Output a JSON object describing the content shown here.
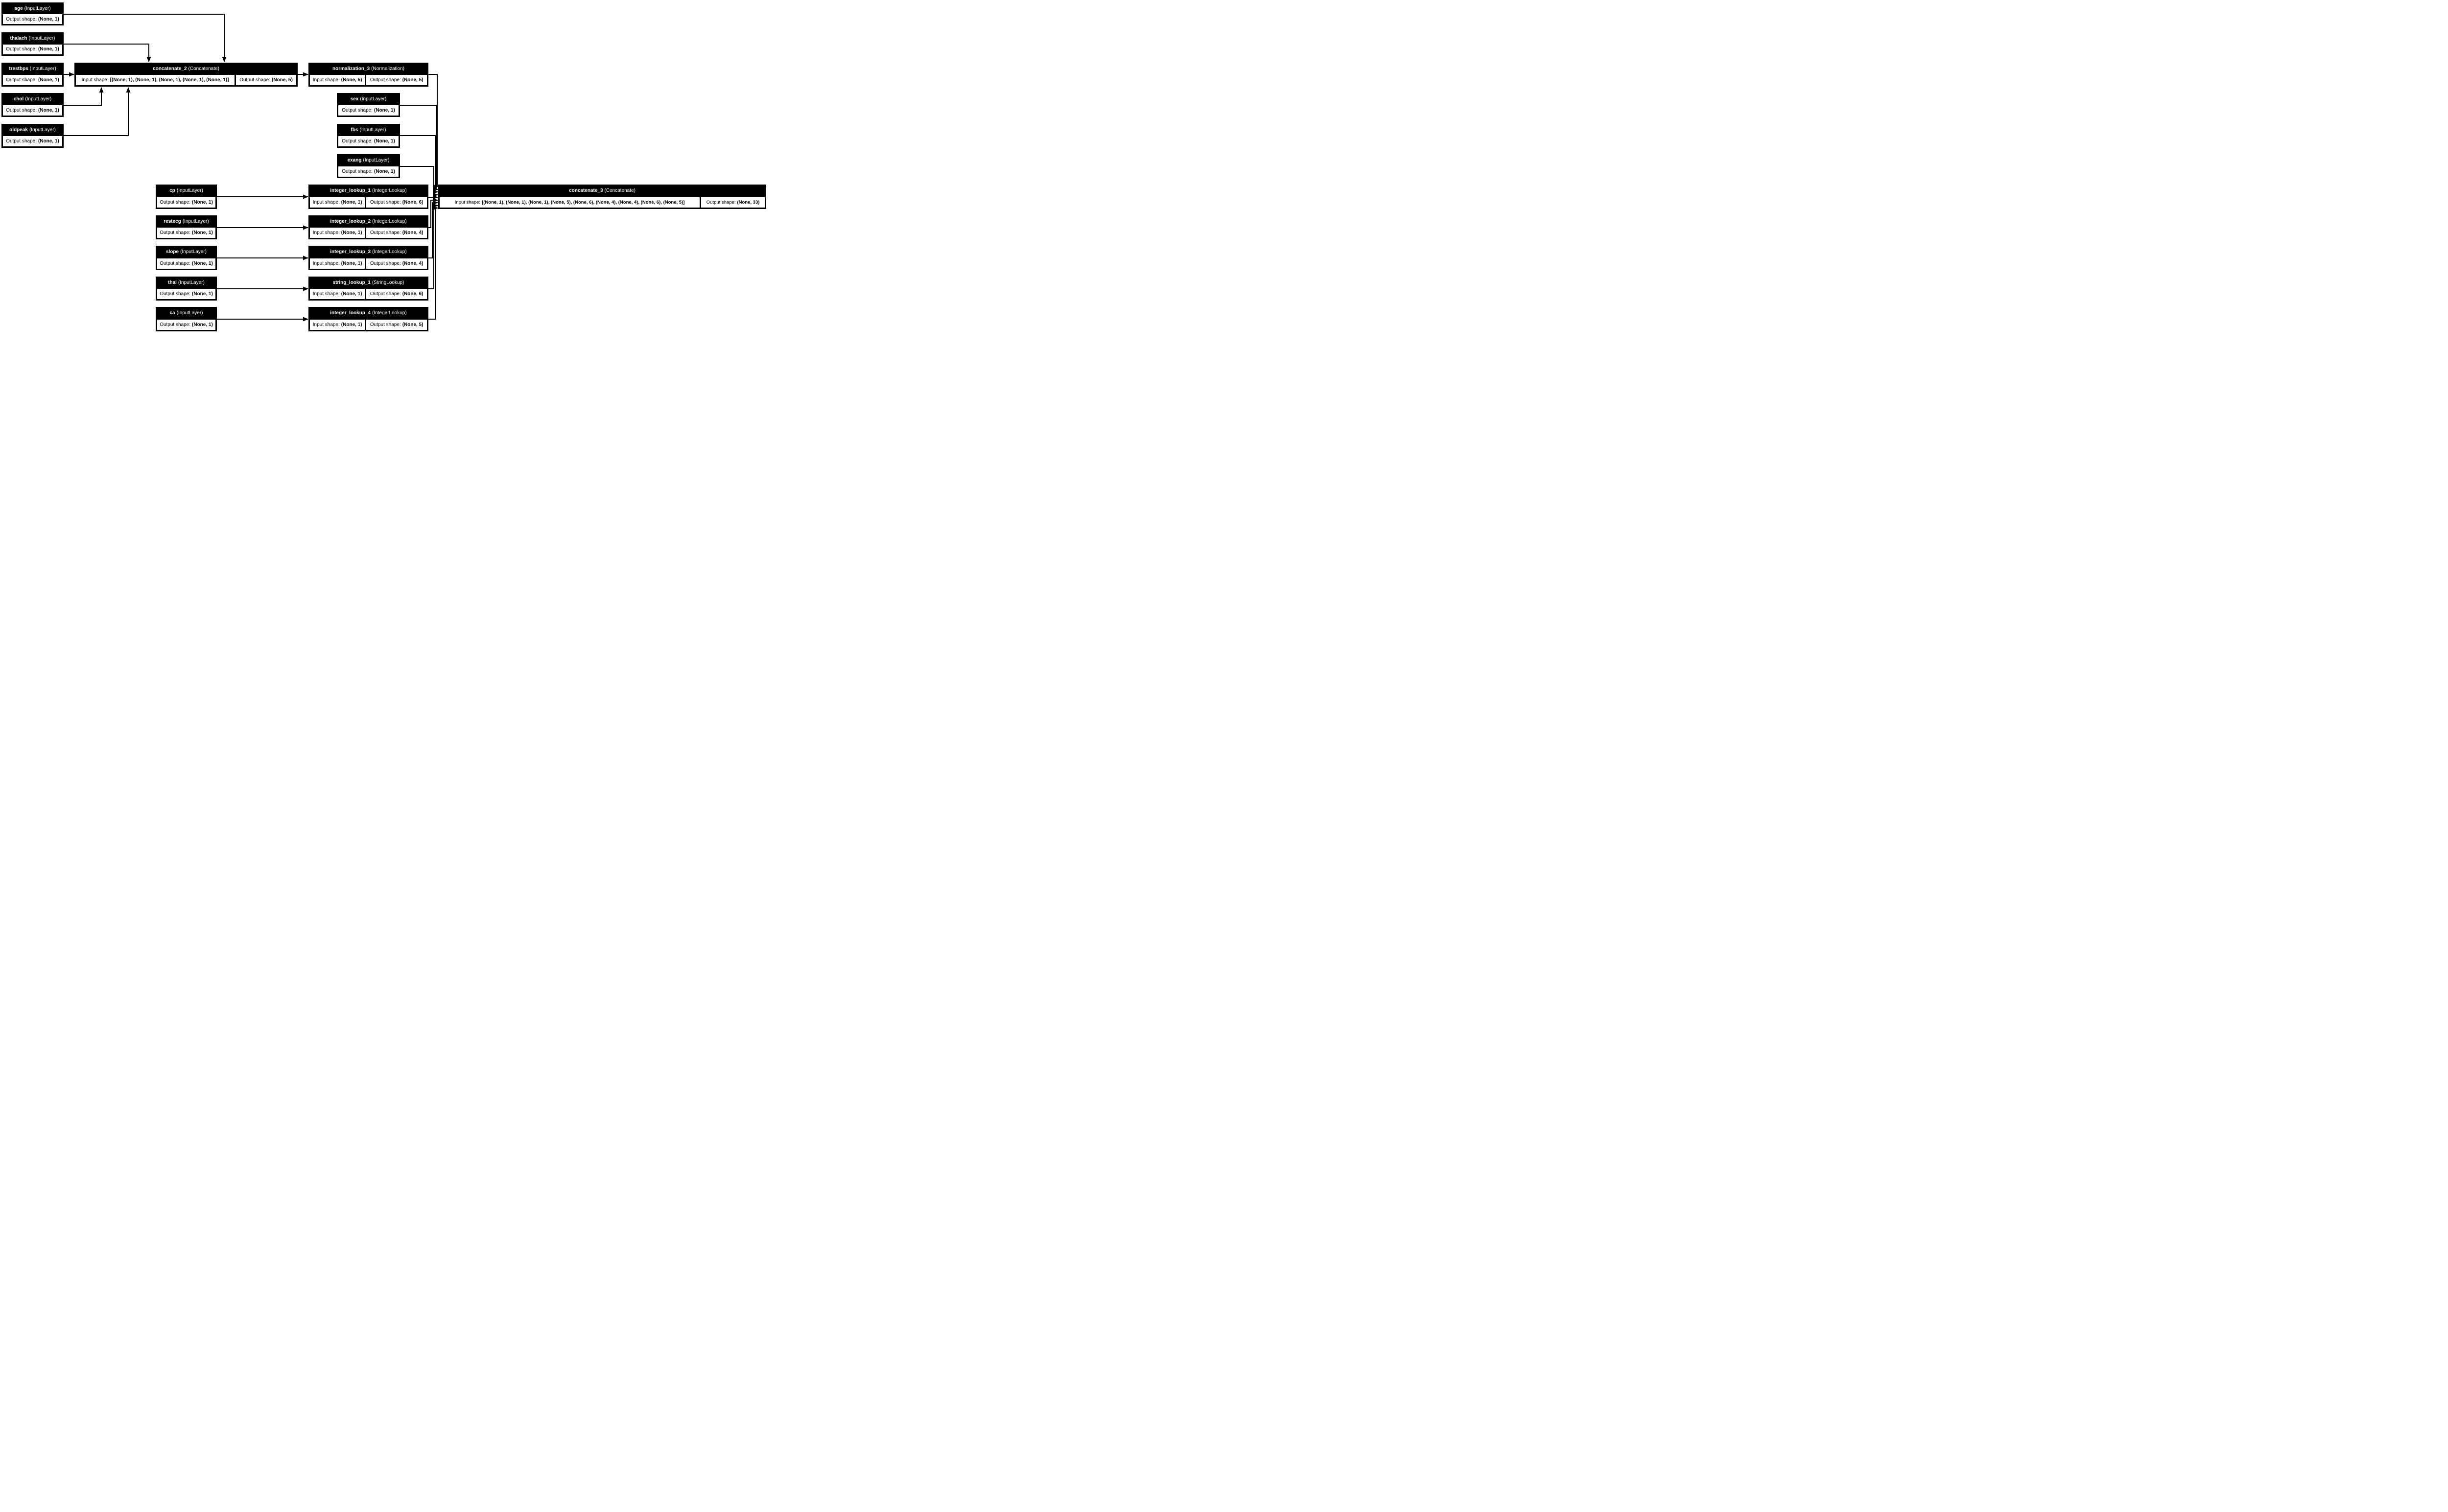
{
  "diagram": {
    "kind": "keras-model-architecture-graph",
    "colors": {
      "node_background": "#000000",
      "node_header_text": "#ffffff",
      "cell_background": "#ffffff",
      "cell_text": "#000000",
      "edge": "#000000",
      "canvas": "#ffffff"
    }
  },
  "nodes": {
    "age": {
      "name": "age",
      "type": "(InputLayer)",
      "cells": [
        {
          "label": "Output shape:",
          "value": "(None, 1)"
        }
      ]
    },
    "thalach": {
      "name": "thalach",
      "type": "(InputLayer)",
      "cells": [
        {
          "label": "Output shape:",
          "value": "(None, 1)"
        }
      ]
    },
    "trestbps": {
      "name": "trestbps",
      "type": "(InputLayer)",
      "cells": [
        {
          "label": "Output shape:",
          "value": "(None, 1)"
        }
      ]
    },
    "chol": {
      "name": "chol",
      "type": "(InputLayer)",
      "cells": [
        {
          "label": "Output shape:",
          "value": "(None, 1)"
        }
      ]
    },
    "oldpeak": {
      "name": "oldpeak",
      "type": "(InputLayer)",
      "cells": [
        {
          "label": "Output shape:",
          "value": "(None, 1)"
        }
      ]
    },
    "concatenate_2": {
      "name": "concatenate_2",
      "type": "(Concatenate)",
      "cells": [
        {
          "label": "Input shape:",
          "value": "[(None, 1), (None, 1), (None, 1), (None, 1), (None, 1)]"
        },
        {
          "label": "Output shape:",
          "value": "(None, 5)"
        }
      ]
    },
    "normalization_3": {
      "name": "normalization_3",
      "type": "(Normalization)",
      "cells": [
        {
          "label": "Input shape:",
          "value": "(None, 5)"
        },
        {
          "label": "Output shape:",
          "value": "(None, 5)"
        }
      ]
    },
    "sex": {
      "name": "sex",
      "type": "(InputLayer)",
      "cells": [
        {
          "label": "Output shape:",
          "value": "(None, 1)"
        }
      ]
    },
    "fbs": {
      "name": "fbs",
      "type": "(InputLayer)",
      "cells": [
        {
          "label": "Output shape:",
          "value": "(None, 1)"
        }
      ]
    },
    "exang": {
      "name": "exang",
      "type": "(InputLayer)",
      "cells": [
        {
          "label": "Output shape:",
          "value": "(None, 1)"
        }
      ]
    },
    "cp": {
      "name": "cp",
      "type": "(InputLayer)",
      "cells": [
        {
          "label": "Output shape:",
          "value": "(None, 1)"
        }
      ]
    },
    "restecg": {
      "name": "restecg",
      "type": "(InputLayer)",
      "cells": [
        {
          "label": "Output shape:",
          "value": "(None, 1)"
        }
      ]
    },
    "slope": {
      "name": "slope",
      "type": "(InputLayer)",
      "cells": [
        {
          "label": "Output shape:",
          "value": "(None, 1)"
        }
      ]
    },
    "thal": {
      "name": "thal",
      "type": "(InputLayer)",
      "cells": [
        {
          "label": "Output shape:",
          "value": "(None, 1)"
        }
      ]
    },
    "ca": {
      "name": "ca",
      "type": "(InputLayer)",
      "cells": [
        {
          "label": "Output shape:",
          "value": "(None, 1)"
        }
      ]
    },
    "integer_lookup_1": {
      "name": "integer_lookup_1",
      "type": "(IntegerLookup)",
      "cells": [
        {
          "label": "Input shape:",
          "value": "(None, 1)"
        },
        {
          "label": "Output shape:",
          "value": "(None, 6)"
        }
      ]
    },
    "integer_lookup_2": {
      "name": "integer_lookup_2",
      "type": "(IntegerLookup)",
      "cells": [
        {
          "label": "Input shape:",
          "value": "(None, 1)"
        },
        {
          "label": "Output shape:",
          "value": "(None, 4)"
        }
      ]
    },
    "integer_lookup_3": {
      "name": "integer_lookup_3",
      "type": "(IntegerLookup)",
      "cells": [
        {
          "label": "Input shape:",
          "value": "(None, 1)"
        },
        {
          "label": "Output shape:",
          "value": "(None, 4)"
        }
      ]
    },
    "string_lookup_1": {
      "name": "string_lookup_1",
      "type": "(StringLookup)",
      "cells": [
        {
          "label": "Input shape:",
          "value": "(None, 1)"
        },
        {
          "label": "Output shape:",
          "value": "(None, 6)"
        }
      ]
    },
    "integer_lookup_4": {
      "name": "integer_lookup_4",
      "type": "(IntegerLookup)",
      "cells": [
        {
          "label": "Input shape:",
          "value": "(None, 1)"
        },
        {
          "label": "Output shape:",
          "value": "(None, 5)"
        }
      ]
    },
    "concatenate_3": {
      "name": "concatenate_3",
      "type": "(Concatenate)",
      "cells": [
        {
          "label": "Input shape:",
          "value": "[(None, 1), (None, 1), (None, 1), (None, 5), (None, 6), (None, 4), (None, 4), (None, 6), (None, 5)]"
        },
        {
          "label": "Output shape:",
          "value": "(None, 33)"
        }
      ]
    }
  },
  "edges": [
    {
      "from": "age",
      "to": "concatenate_2"
    },
    {
      "from": "thalach",
      "to": "concatenate_2"
    },
    {
      "from": "trestbps",
      "to": "concatenate_2"
    },
    {
      "from": "chol",
      "to": "concatenate_2"
    },
    {
      "from": "oldpeak",
      "to": "concatenate_2"
    },
    {
      "from": "concatenate_2",
      "to": "normalization_3"
    },
    {
      "from": "normalization_3",
      "to": "concatenate_3"
    },
    {
      "from": "sex",
      "to": "concatenate_3"
    },
    {
      "from": "fbs",
      "to": "concatenate_3"
    },
    {
      "from": "exang",
      "to": "concatenate_3"
    },
    {
      "from": "cp",
      "to": "integer_lookup_1"
    },
    {
      "from": "restecg",
      "to": "integer_lookup_2"
    },
    {
      "from": "slope",
      "to": "integer_lookup_3"
    },
    {
      "from": "thal",
      "to": "string_lookup_1"
    },
    {
      "from": "ca",
      "to": "integer_lookup_4"
    },
    {
      "from": "integer_lookup_1",
      "to": "concatenate_3"
    },
    {
      "from": "integer_lookup_2",
      "to": "concatenate_3"
    },
    {
      "from": "integer_lookup_3",
      "to": "concatenate_3"
    },
    {
      "from": "string_lookup_1",
      "to": "concatenate_3"
    },
    {
      "from": "integer_lookup_4",
      "to": "concatenate_3"
    }
  ]
}
